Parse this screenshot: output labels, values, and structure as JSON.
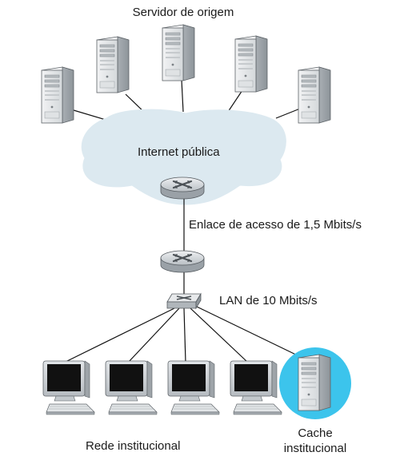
{
  "diagram": {
    "origin_servers_label": "Servidor de origem",
    "internet_label": "Internet pública",
    "access_link_label": "Enlace de acesso de 1,5 Mbits/s",
    "lan_label": "LAN de 10 Mbits/s",
    "institution_label": "Rede institucional",
    "cache_label_line1": "Cache",
    "cache_label_line2": "institucional",
    "colors": {
      "cloud": "#dce9f0",
      "cache_highlight": "#3cc4ec",
      "router": "#c9ced3",
      "server_body": "#e6e8ea",
      "monitor_screen": "#111111",
      "link": "#111111"
    },
    "icons": [
      "server-icon",
      "router-icon",
      "switch-icon",
      "desktop-computer-icon",
      "cloud-icon"
    ]
  }
}
